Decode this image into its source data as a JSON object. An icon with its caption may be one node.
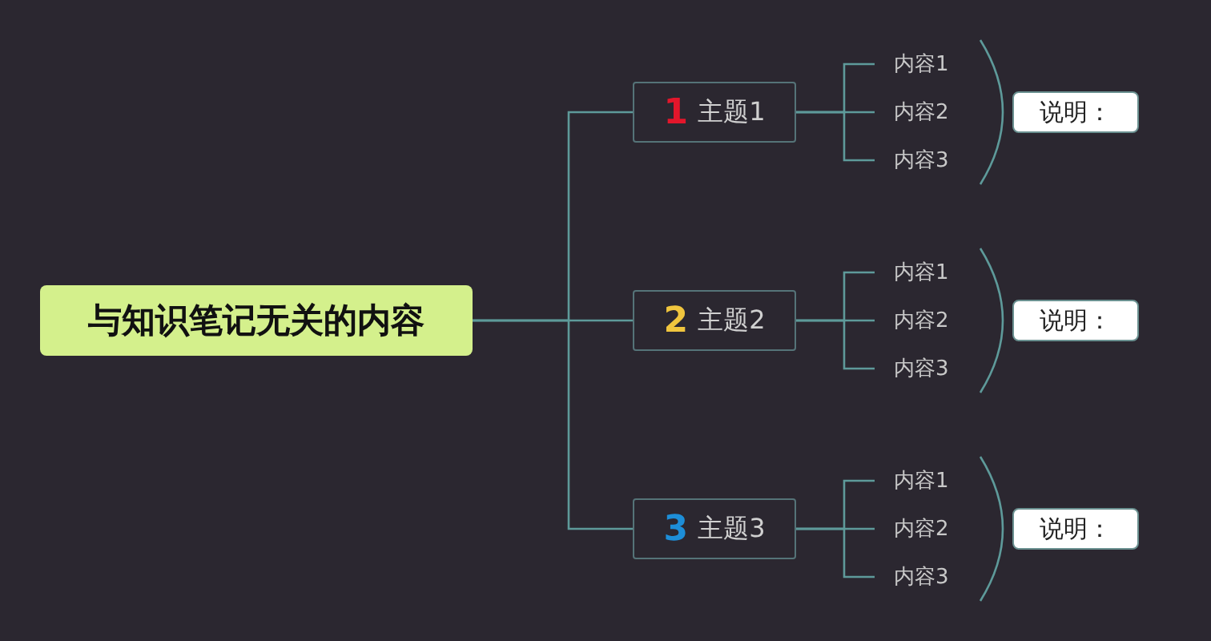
{
  "diagram": {
    "nodes": [
      {
        "text": [
          "与知识笔记无关的内容"
        ]
      },
      {
        "text": [
          "1",
          "主题1"
        ]
      },
      {
        "text": [
          "内容1"
        ]
      },
      {
        "text": [
          "内容2"
        ]
      },
      {
        "text": [
          "内容3"
        ]
      },
      {
        "text": [
          "说明："
        ]
      },
      {
        "text": [
          "2",
          "主题2"
        ]
      },
      {
        "text": [
          "内容1"
        ]
      },
      {
        "text": [
          "内容2"
        ]
      },
      {
        "text": [
          "内容3"
        ]
      },
      {
        "text": [
          "说明："
        ]
      },
      {
        "text": [
          "3",
          "主题3"
        ]
      },
      {
        "text": [
          "内容1"
        ]
      },
      {
        "text": [
          "内容2"
        ]
      },
      {
        "text": [
          "内容3"
        ]
      },
      {
        "text": [
          "说明："
        ]
      }
    ],
    "edges": [
      {
        "from": 0,
        "to": 1,
        "arrow": "none"
      },
      {
        "from": 0,
        "to": 6,
        "arrow": "none"
      },
      {
        "from": 0,
        "to": 11,
        "arrow": "none"
      },
      {
        "from": 1,
        "to": 2,
        "arrow": "none"
      },
      {
        "from": 1,
        "to": 3,
        "arrow": "none"
      },
      {
        "from": 1,
        "to": 4,
        "arrow": "none"
      },
      {
        "from": 6,
        "to": 7,
        "arrow": "none"
      },
      {
        "from": 6,
        "to": 8,
        "arrow": "none"
      },
      {
        "from": 6,
        "to": 9,
        "arrow": "none"
      },
      {
        "from": 11,
        "to": 12,
        "arrow": "none"
      },
      {
        "from": 11,
        "to": 13,
        "arrow": "none"
      },
      {
        "from": 11,
        "to": 14,
        "arrow": "none"
      }
    ]
  }
}
